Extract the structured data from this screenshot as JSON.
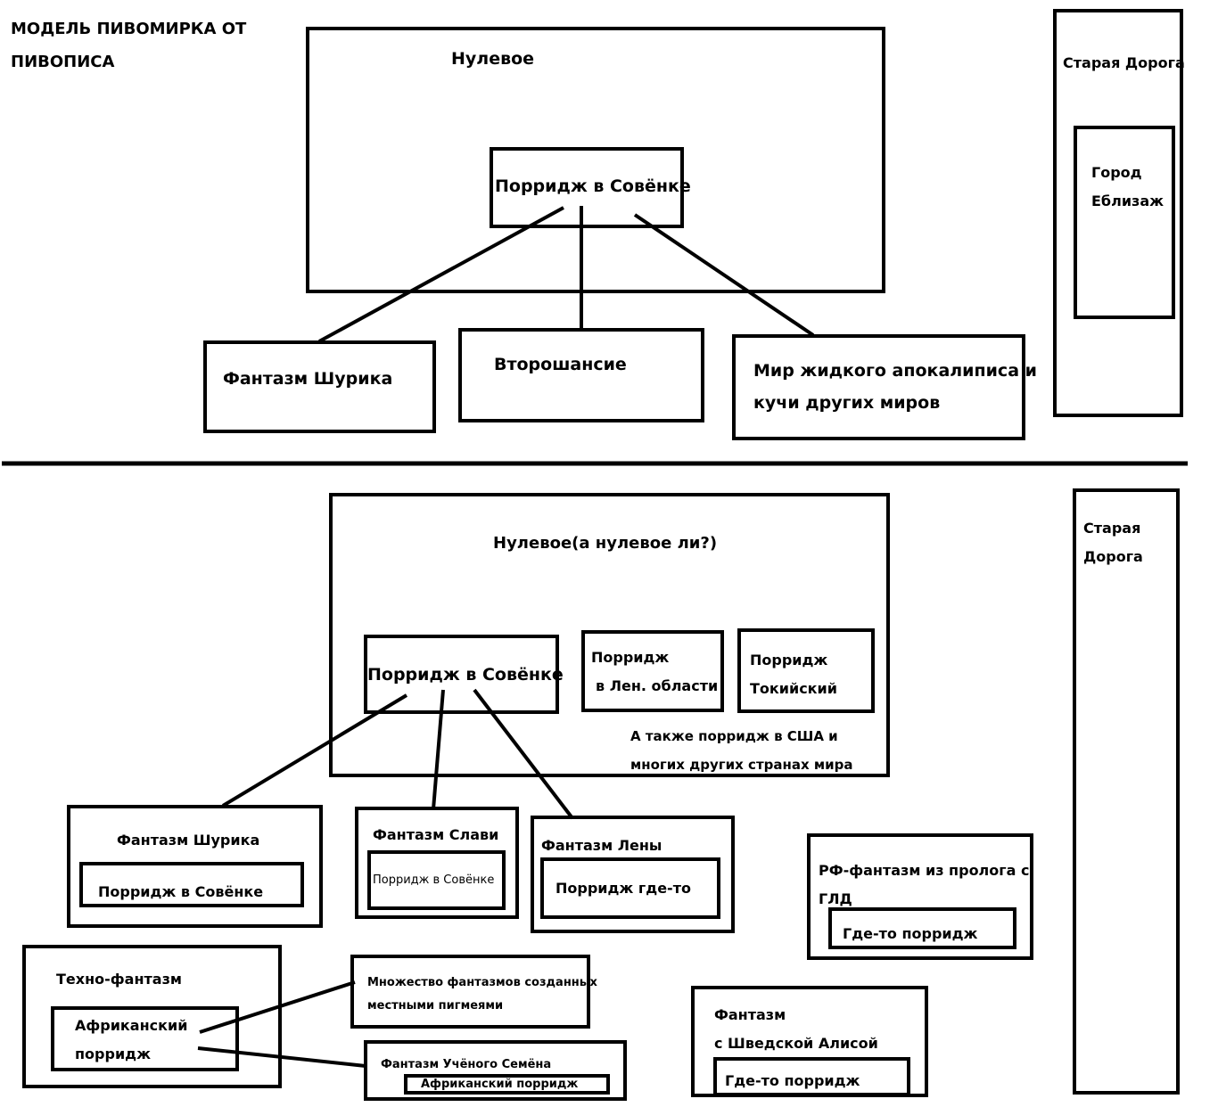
{
  "title": {
    "line1": "МОДЕЛЬ ПИВОМИРКА ОТ",
    "line2": "ПИВОПИСА"
  },
  "top": {
    "zero_label": "Нулевое",
    "porridge_sovenok": "Порридж в Совёнке",
    "fantasm_shurik": "Фантазм Шурика",
    "vtoroshansie": "Второшансие",
    "liquid_world": {
      "line1": "Мир жидкого апокалиписа и",
      "line2": "кучи других миров"
    },
    "old_road": "Старая Дорога",
    "city": {
      "line1": "Город",
      "line2": "Еблизаж"
    }
  },
  "bottom": {
    "zero_label": "Нулевое(а нулевое ли?)",
    "porridge_sovenok": "Порридж в Совёнке",
    "porridge_len": {
      "line1": "Порридж",
      "line2": "в Лен. области"
    },
    "porridge_tokyo": {
      "line1": "Порридж",
      "line2": "Токийский"
    },
    "also_note": {
      "line1": "А также порридж в США и",
      "line2": "многих других странах мира"
    },
    "old_road": {
      "line1": "Старая",
      "line2": "Дорога"
    },
    "fantasm_shurik": {
      "title": "Фантазм Шурика",
      "inner": "Порридж в Совёнке"
    },
    "fantasm_slavi": {
      "title": "Фантазм Слави",
      "inner": "Порридж в Совёнке"
    },
    "fantasm_leny": {
      "title": "Фантазм Лены",
      "inner": "Порридж где-то"
    },
    "rf_fantasm": {
      "line1": "РФ-фантазм из пролога с",
      "line2": "ГЛД",
      "inner": "Где-то порридж"
    },
    "techno": {
      "title": "Техно-фантазм",
      "inner_line1": "Африканский",
      "inner_line2": "порридж"
    },
    "pygmies": {
      "line1": "Множество фантазмов созданных",
      "line2": "местными пигмеями"
    },
    "semyon": {
      "title": "Фантазм Учёного Семёна",
      "inner": "Африканский порридж"
    },
    "alisa": {
      "line1": "Фантазм",
      "line2": "с Шведской Алисой",
      "inner": "Где-то порридж"
    }
  }
}
